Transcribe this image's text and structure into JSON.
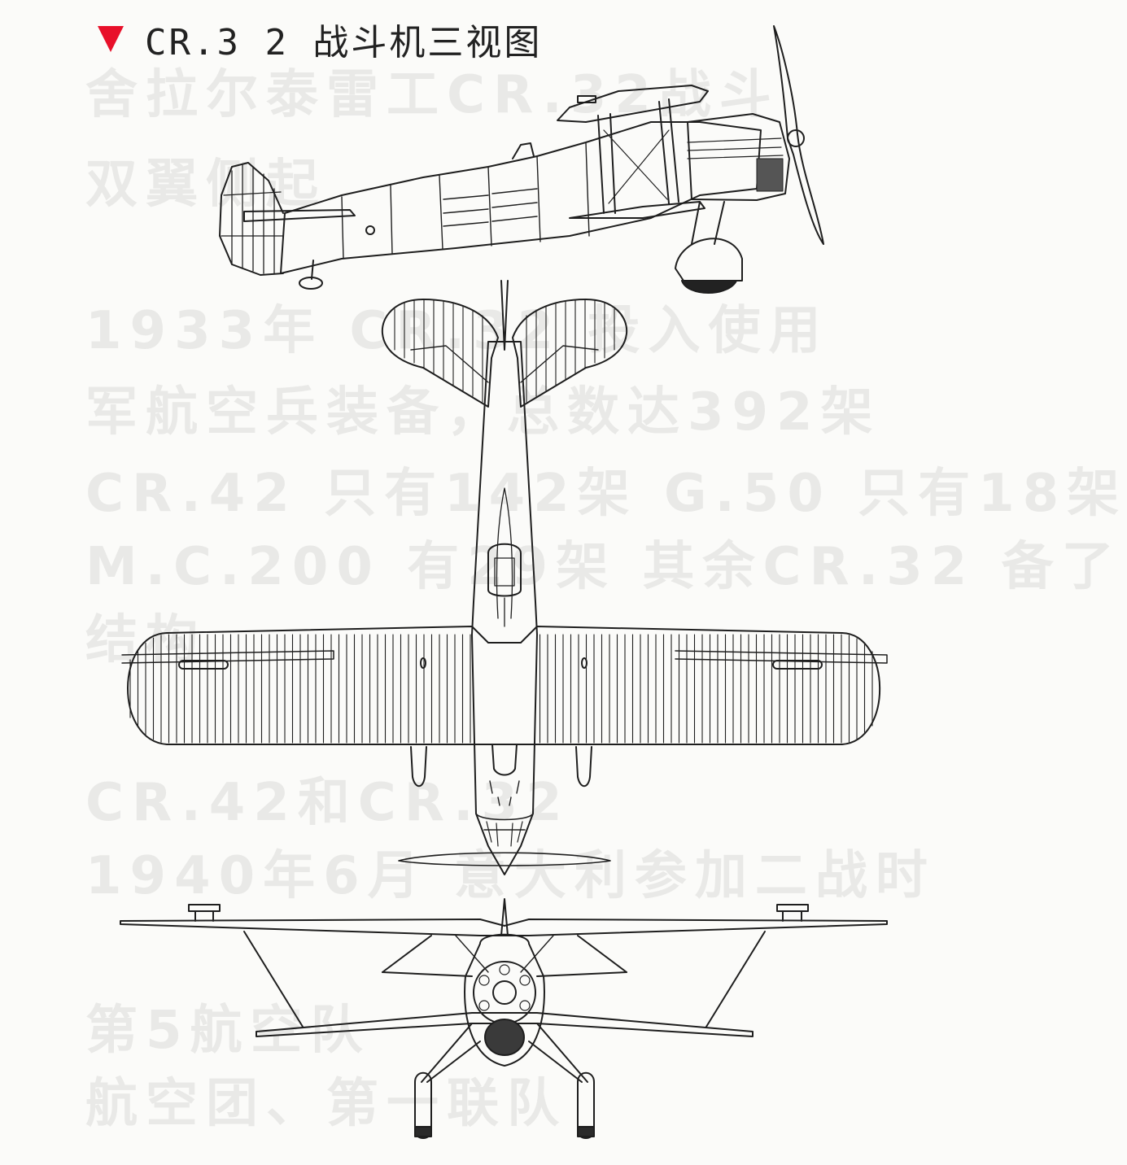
{
  "caption": {
    "title": "CR.3 2 战斗机三视图",
    "marker_color": "#e8102a"
  },
  "background_text_lines": [
    "舍拉尔泰雷工CR.32战斗",
    "双翼侧起",
    "1933年 CR.32 投入使用",
    "军航空兵装备，总数达392架",
    "CR.42 只有142架 G.50 只有18架",
    "M.C.200 有29架 其余CR.32 备了",
    "结构",
    "CR.42和CR.32",
    "1940年6月 意大利参加二战时",
    "第5航空队",
    "航空团、第一联队"
  ],
  "views": {
    "side": "side-view",
    "top": "top-view",
    "front": "front-view"
  }
}
